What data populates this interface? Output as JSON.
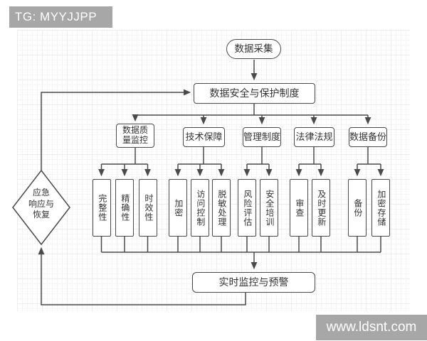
{
  "watermarks": {
    "top_left": "TG: MYYJJPP",
    "bottom_right": "www.ldsnt.com"
  },
  "colors": {
    "badge_bg": "#a7a7a7",
    "badge_text": "#ffffff",
    "line": "#4a4a4a",
    "node_border": "#4a4a4a",
    "node_bg": "#ffffff",
    "node_text": "#333333",
    "grid_line": "#e7e7e7"
  },
  "flowchart": {
    "start": "数据采集",
    "policy": "数据安全与保护制度",
    "groups": [
      {
        "label": "数据质量监控",
        "children": [
          "完整性",
          "精确性",
          "时效性"
        ]
      },
      {
        "label": "技术保障",
        "children": [
          "加密",
          "访问控制",
          "脱敏处理"
        ]
      },
      {
        "label": "管理制度",
        "children": [
          "风险评估",
          "安全培训"
        ]
      },
      {
        "label": "法律法规",
        "children": [
          "审查",
          "及时更新"
        ]
      },
      {
        "label": "数据备份",
        "children": [
          "备份",
          "加密存储"
        ]
      }
    ],
    "monitor": "实时监控与预警",
    "emergency": {
      "label": "应急响应与恢复",
      "lines": [
        "应急",
        "响应与",
        "恢复"
      ]
    }
  }
}
